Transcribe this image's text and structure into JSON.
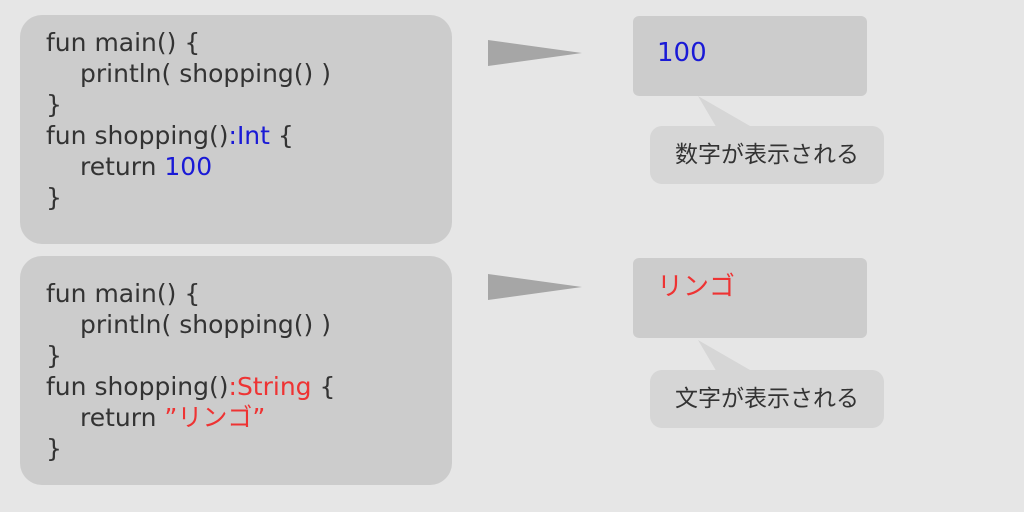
{
  "example_int": {
    "code_lines": [
      "fun main() {",
      "println( shopping() )",
      "}",
      "fun shopping()",
      ":Int",
      " {",
      "return ",
      "100",
      "}"
    ],
    "output": "100",
    "caption": "数字が表示される"
  },
  "example_string": {
    "code_lines": [
      "fun main() {",
      "println( shopping() )",
      "}",
      "fun shopping()",
      ":String",
      " {",
      "return ",
      "”リンゴ”",
      "}"
    ],
    "output": "リンゴ",
    "caption": "文字が表示される"
  },
  "colors": {
    "background": "#e6e6e6",
    "panel": "#cccccc",
    "int_highlight": "#1a1ad6",
    "string_highlight": "#ee3333",
    "arrow": "#a6a6a6"
  }
}
